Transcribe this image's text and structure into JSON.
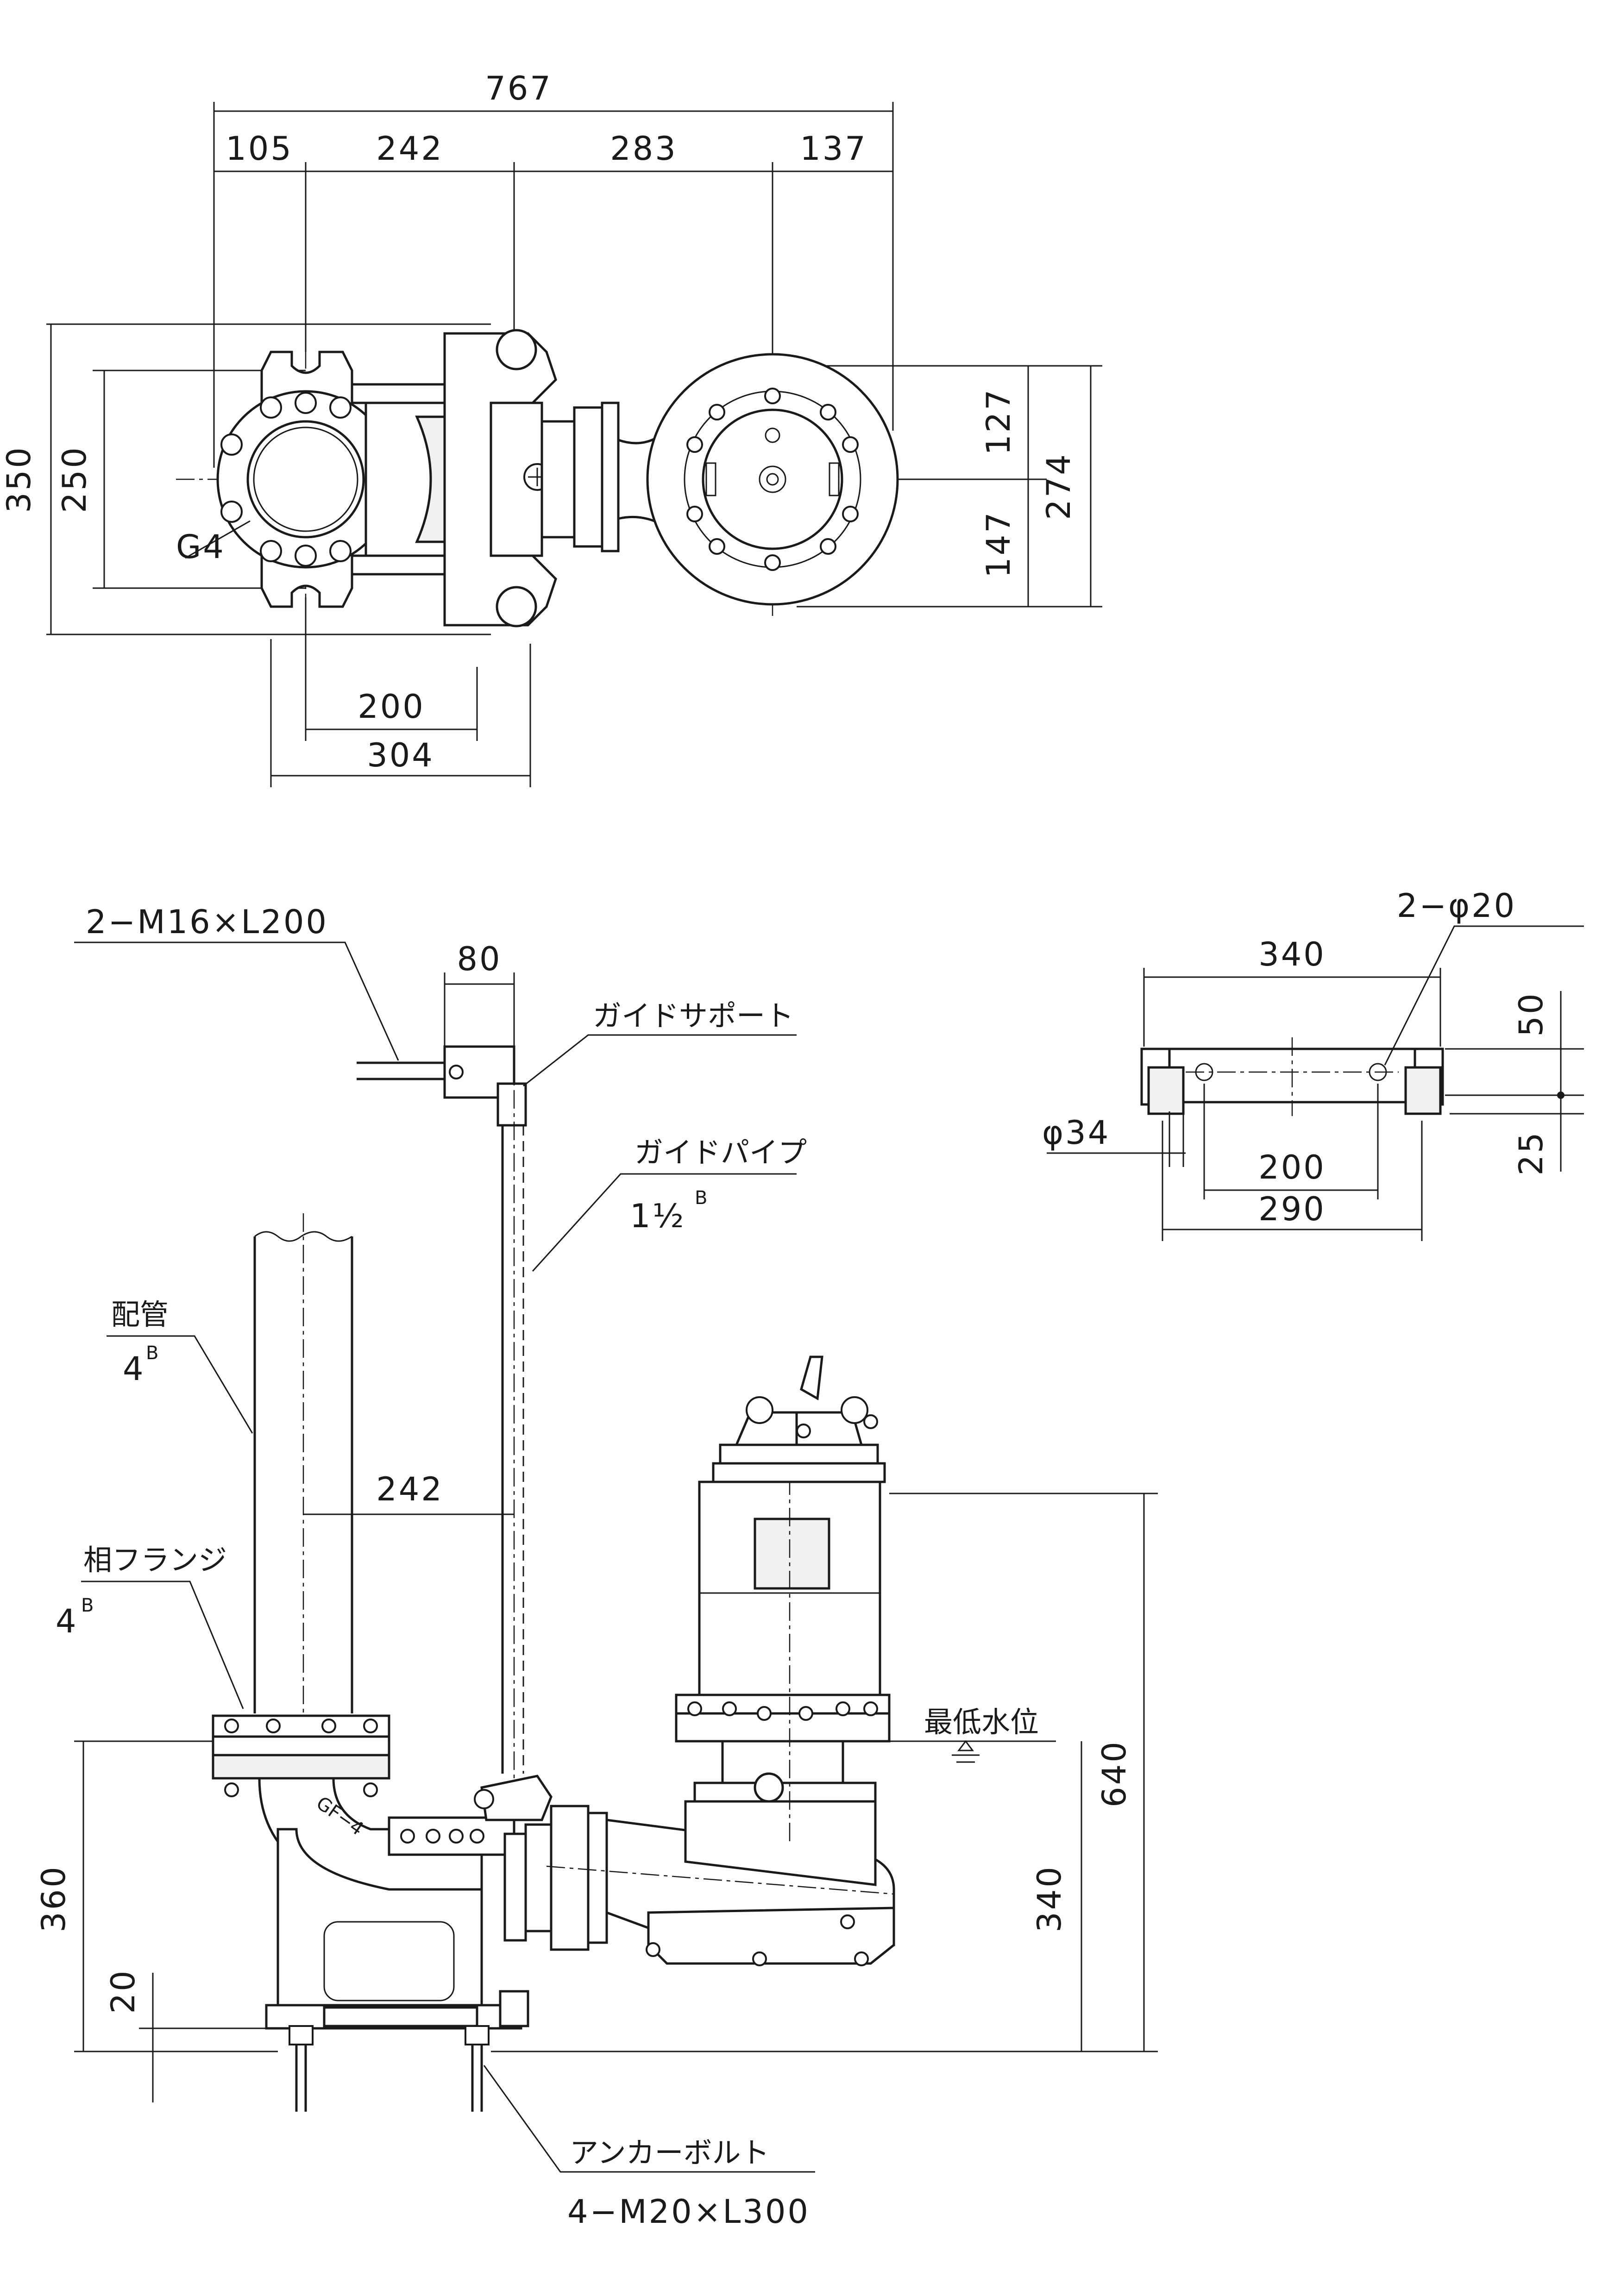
{
  "top_view": {
    "dimensions": {
      "overall_width": "767",
      "seg_1": "105",
      "seg_2": "242",
      "seg_3": "283",
      "seg_4": "137",
      "height_350": "350",
      "height_250": "250",
      "dim_127": "127",
      "dim_147": "147",
      "dim_274": "274",
      "dim_200": "200",
      "dim_304": "304"
    },
    "flange_label": "G4"
  },
  "side_view": {
    "guide_bolt": "2−M16×L200",
    "dim_80": "80",
    "guide_support": "ガイドサポート",
    "guide_pipe": "ガイドパイプ",
    "guide_pipe_size": "1",
    "guide_pipe_fraction": "½",
    "guide_pipe_unit": "B",
    "piping": "配管",
    "piping_size": "4",
    "piping_unit": "B",
    "dim_242": "242",
    "companion_flange": "相フランジ",
    "companion_flange_size": "4",
    "companion_flange_unit": "B",
    "casting_mark": "GF−4",
    "lowest_water_level": "最低水位",
    "dim_640": "640",
    "dim_340": "340",
    "dim_360": "360",
    "dim_20": "20",
    "anchor_bolt": "アンカーボルト",
    "anchor_bolt_spec": "4−M20×L300"
  },
  "bracket_view": {
    "dim_340": "340",
    "holes": "2−φ20",
    "dim_50": "50",
    "dim_25": "25",
    "phi34": "φ34",
    "dim_200": "200",
    "dim_290": "290"
  }
}
